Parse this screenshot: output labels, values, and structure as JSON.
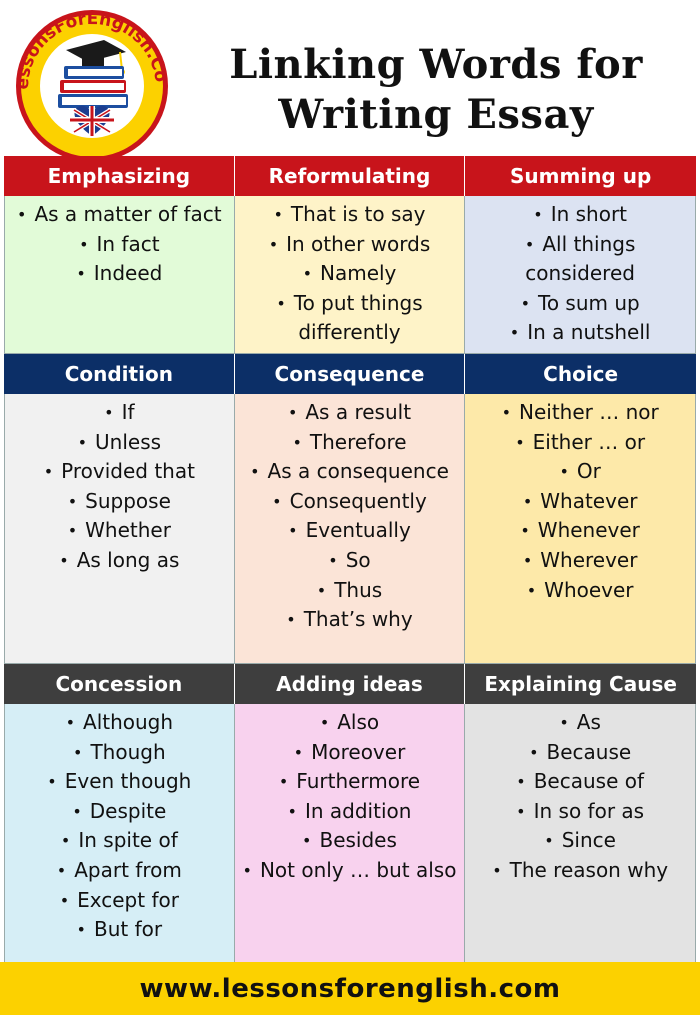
{
  "logo": {
    "text": "LessonsForEnglish.Com",
    "colors": {
      "ring_outer": "#c8141b",
      "ring_inner": "#fcd100",
      "book_blue": "#1c4ea0",
      "book_red": "#c8141b"
    }
  },
  "title": {
    "line1": "Linking Words for",
    "line2": "Writing Essay"
  },
  "sections": [
    {
      "title": "Emphasizing",
      "header_color": "#c8141b",
      "bg": "#e2fbd8",
      "items": [
        "As a matter of fact",
        "In fact",
        "Indeed"
      ]
    },
    {
      "title": "Reformulating",
      "header_color": "#c8141b",
      "bg": "#fef3c8",
      "items": [
        "That is to say",
        "In other words",
        "Namely",
        "To put things differently"
      ]
    },
    {
      "title": "Summing up",
      "header_color": "#c8141b",
      "bg": "#dce3f2",
      "items": [
        "In short",
        "All things considered",
        "To sum up",
        "In a nutshell"
      ]
    },
    {
      "title": "Condition",
      "header_color": "#0c2f67",
      "bg": "#f1f1f1",
      "items": [
        "If",
        "Unless",
        "Provided that",
        "Suppose",
        "Whether",
        "As long as"
      ]
    },
    {
      "title": "Consequence",
      "header_color": "#0c2f67",
      "bg": "#fbe4d7",
      "items": [
        "As a result",
        "Therefore",
        "As a consequence",
        "Consequently",
        "Eventually",
        "So",
        "Thus",
        "That’s why"
      ]
    },
    {
      "title": "Choice",
      "header_color": "#0c2f67",
      "bg": "#fde9a9",
      "items": [
        "Neither … nor",
        "Either … or",
        "Or",
        "Whatever",
        "Whenever",
        "Wherever",
        "Whoever"
      ]
    },
    {
      "title": "Concession",
      "header_color": "#3e3e3e",
      "bg": "#d6eef6",
      "items": [
        "Although",
        "Though",
        "Even though",
        "Despite",
        "In spite of",
        "Apart from",
        "Except for",
        "But for"
      ]
    },
    {
      "title": "Adding ideas",
      "header_color": "#3e3e3e",
      "bg": "#f8d2ee",
      "items": [
        "Also",
        "Moreover",
        "Furthermore",
        "In addition",
        "Besides",
        "Not only … but also"
      ]
    },
    {
      "title": "Explaining Cause",
      "header_color": "#3e3e3e",
      "bg": "#e3e3e3",
      "items": [
        "As",
        "Because",
        "Because of",
        "In so for as",
        "Since",
        "The reason why"
      ]
    }
  ],
  "footer": {
    "url": "www.lessonsforenglish.com",
    "bg": "#fcd100"
  }
}
